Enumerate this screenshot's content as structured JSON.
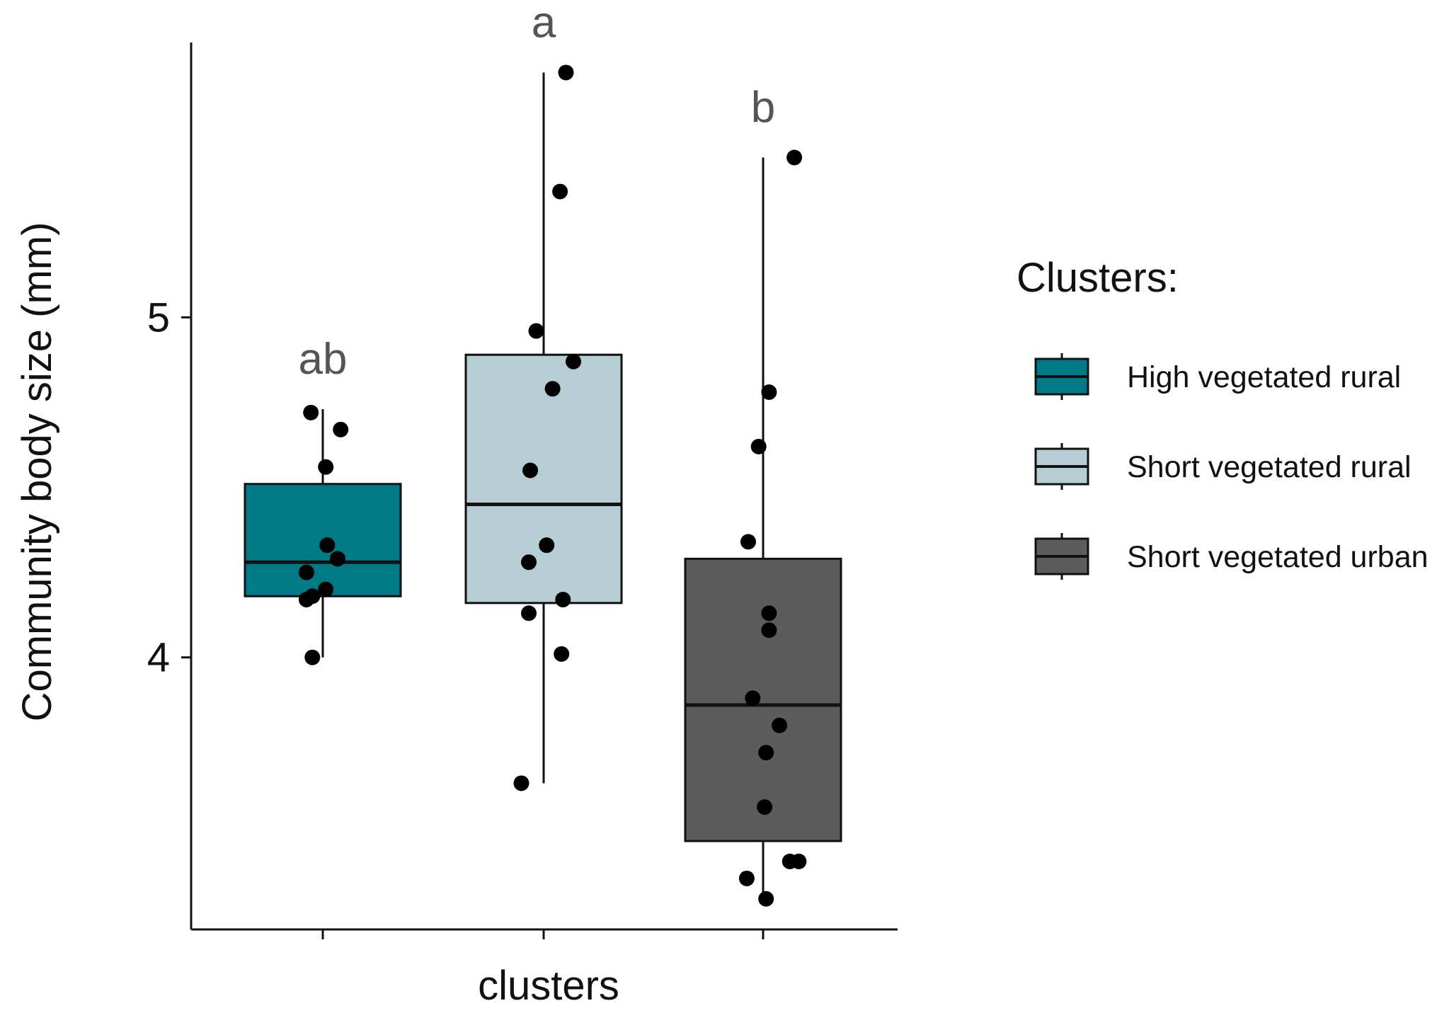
{
  "chart_data": {
    "type": "box",
    "xlabel": "clusters",
    "ylabel": "Community body size (mm)",
    "ylim": [
      3.2,
      5.85
    ],
    "yticks": [
      4,
      5
    ],
    "grid": false,
    "legend": {
      "title": "Clusters:",
      "placement": "right"
    },
    "series": [
      {
        "name": "High vegetated rural",
        "color": "#007a87",
        "letter": "ab",
        "box": {
          "min": 4.0,
          "q1": 4.18,
          "median": 4.28,
          "q3": 4.51,
          "max": 4.73
        },
        "points": [
          {
            "x": -0.08,
            "y": 4.72
          },
          {
            "x": 0.12,
            "y": 4.67
          },
          {
            "x": 0.02,
            "y": 4.56
          },
          {
            "x": 0.03,
            "y": 4.33
          },
          {
            "x": 0.1,
            "y": 4.29
          },
          {
            "x": -0.11,
            "y": 4.25
          },
          {
            "x": 0.02,
            "y": 4.2
          },
          {
            "x": -0.07,
            "y": 4.18
          },
          {
            "x": -0.11,
            "y": 4.17
          },
          {
            "x": -0.07,
            "y": 4.0
          }
        ]
      },
      {
        "name": "Short vegetated rural",
        "color": "#b5cdd3",
        "letter": "a",
        "box": {
          "min": 3.63,
          "q1": 4.16,
          "median": 4.45,
          "q3": 4.89,
          "max": 5.72
        },
        "points": [
          {
            "x": 0.15,
            "y": 5.72
          },
          {
            "x": 0.11,
            "y": 5.37
          },
          {
            "x": -0.05,
            "y": 4.96
          },
          {
            "x": 0.2,
            "y": 4.87
          },
          {
            "x": 0.06,
            "y": 4.79
          },
          {
            "x": -0.09,
            "y": 4.55
          },
          {
            "x": 0.02,
            "y": 4.33
          },
          {
            "x": -0.1,
            "y": 4.28
          },
          {
            "x": 0.13,
            "y": 4.17
          },
          {
            "x": -0.1,
            "y": 4.13
          },
          {
            "x": 0.12,
            "y": 4.01
          },
          {
            "x": -0.15,
            "y": 3.63
          }
        ]
      },
      {
        "name": "Short vegetated urban",
        "color": "#5c5c5c",
        "letter": "b",
        "box": {
          "min": 3.3,
          "q1": 3.46,
          "median": 3.86,
          "q3": 4.29,
          "max": 5.47
        },
        "points": [
          {
            "x": 0.21,
            "y": 5.47
          },
          {
            "x": 0.04,
            "y": 4.78
          },
          {
            "x": -0.03,
            "y": 4.62
          },
          {
            "x": -0.1,
            "y": 4.34
          },
          {
            "x": 0.04,
            "y": 4.13
          },
          {
            "x": 0.04,
            "y": 4.08
          },
          {
            "x": -0.07,
            "y": 3.88
          },
          {
            "x": 0.11,
            "y": 3.8
          },
          {
            "x": 0.02,
            "y": 3.72
          },
          {
            "x": 0.01,
            "y": 3.56
          },
          {
            "x": 0.18,
            "y": 3.4
          },
          {
            "x": 0.24,
            "y": 3.4
          },
          {
            "x": -0.11,
            "y": 3.35
          },
          {
            "x": 0.02,
            "y": 3.29
          }
        ]
      }
    ]
  }
}
